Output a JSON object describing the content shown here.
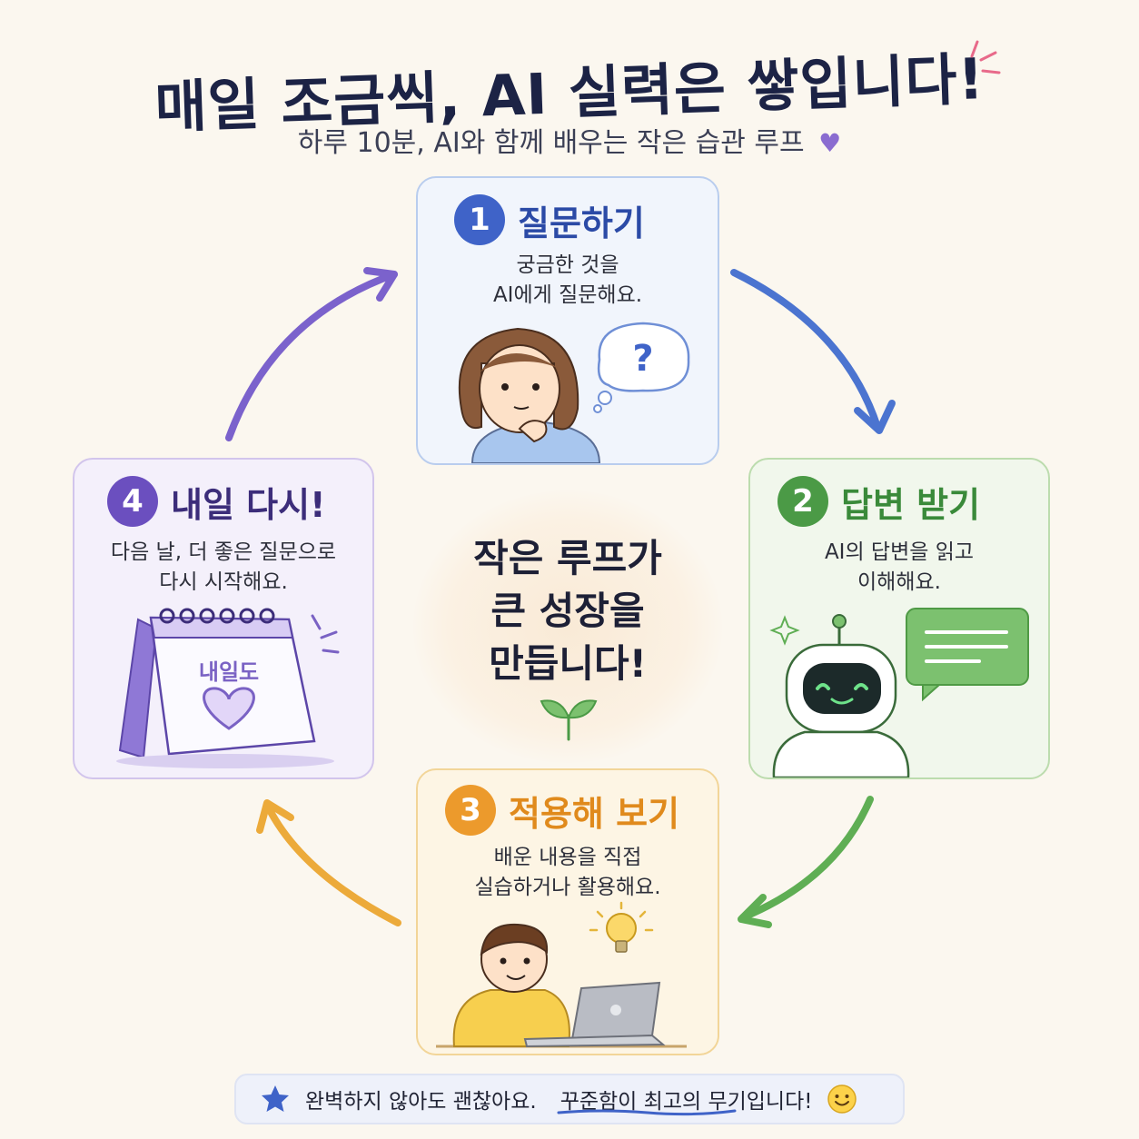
{
  "title": "매일 조금씩, AI 실력은 쌓입니다!",
  "subtitle": "하루 10분, AI와 함께 배우는 작은 습관 루프",
  "steps": [
    {
      "number": "1",
      "title": "질문하기",
      "desc": [
        "궁금한 것을",
        "AI에게 질문해요."
      ],
      "color": "#3f63c8"
    },
    {
      "number": "2",
      "title": "답변 받기",
      "desc": [
        "AI의 답변을 읽고",
        "이해해요."
      ],
      "color": "#4b9a46"
    },
    {
      "number": "3",
      "title": "적용해 보기",
      "desc": [
        "배운 내용을 직접",
        "실습하거나 활용해요."
      ],
      "color": "#ec9a2c"
    },
    {
      "number": "4",
      "title": "내일 다시!",
      "desc": [
        "다음 날, 더 좋은 질문으로",
        "다시 시작해요."
      ],
      "color": "#6b4fbf"
    }
  ],
  "center": {
    "lines": [
      "작은 루프가",
      "큰 성장을",
      "만듭니다!"
    ]
  },
  "calendar_label": "내일도",
  "bubble_mark": "?",
  "footer": {
    "text": "완벽하지 않아도 괜찮아요.",
    "emphasis": "꾸준함이 최고의 무기입니다!"
  },
  "icons": [
    "heart-icon",
    "star-icon",
    "smile-icon",
    "sprout-icon",
    "lightbulb-icon",
    "robot-icon",
    "calendar-icon",
    "chat-bubble-icon",
    "thought-bubble-icon",
    "laptop-icon"
  ]
}
